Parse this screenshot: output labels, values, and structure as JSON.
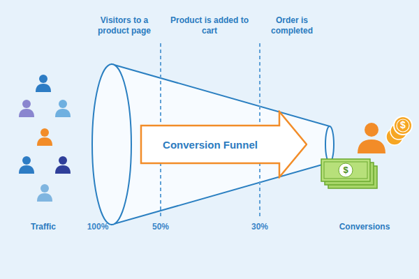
{
  "diagram": {
    "nodes": [
      {
        "text": [
          "Conversion Funnel"
        ]
      }
    ],
    "labels": [
      "Visitors to a product page",
      "Product is added to cart",
      "Order is completed",
      "Traffic",
      "100%",
      "50%",
      "30%",
      "Conversions",
      "$",
      "$"
    ]
  }
}
